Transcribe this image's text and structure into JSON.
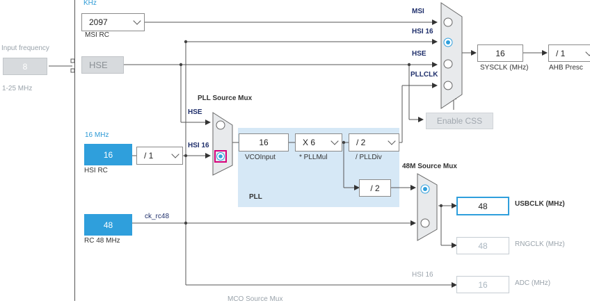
{
  "msi": {
    "unit": "KHz",
    "value": "2097",
    "label": "MSI RC"
  },
  "input_frequency": {
    "label": "Input frequency",
    "value": "8",
    "range": "1-25 MHz"
  },
  "hse": {
    "label": "HSE"
  },
  "hsi": {
    "unit": "16 MHz",
    "value": "16",
    "label": "HSI RC",
    "prescaler": "/ 1"
  },
  "rc48": {
    "value": "48",
    "label": "RC 48 MHz",
    "signal": "ck_rc48"
  },
  "system_mux": {
    "inputs": [
      "MSI",
      "HSI 16",
      "HSE",
      "PLLCLK"
    ],
    "selected_index": 1
  },
  "sysclk": {
    "value": "16",
    "label": "SYSCLK (MHz)"
  },
  "ahb": {
    "value": "/ 1",
    "label": "AHB Presc"
  },
  "css": {
    "label": "Enable CSS"
  },
  "pll_source_mux": {
    "title": "PLL Source Mux",
    "inputs": [
      "HSE",
      "HSI 16"
    ],
    "selected_index": 1
  },
  "pll": {
    "label": "PLL",
    "vco_input": {
      "value": "16",
      "label": "VCOInput"
    },
    "mul": {
      "value": "X 6",
      "label": "* PLLMul"
    },
    "div": {
      "value": "/ 2",
      "label": "/ PLLDiv"
    },
    "div48": "/ 2"
  },
  "mux48": {
    "title": "48M Source Mux",
    "selected_index": 0
  },
  "usbclk": {
    "value": "48",
    "label": "USBCLK (MHz)"
  },
  "rngclk": {
    "value": "48",
    "label": "RNGCLK (MHz)"
  },
  "adc": {
    "value": "16",
    "label": "ADC (MHz)",
    "source": "HSI 16"
  },
  "mco": {
    "title": "MCO Source Mux"
  },
  "colors": {
    "accent": "#2f9fdc",
    "pll_bg": "#d6e8f6",
    "highlight": "#d6007a"
  }
}
